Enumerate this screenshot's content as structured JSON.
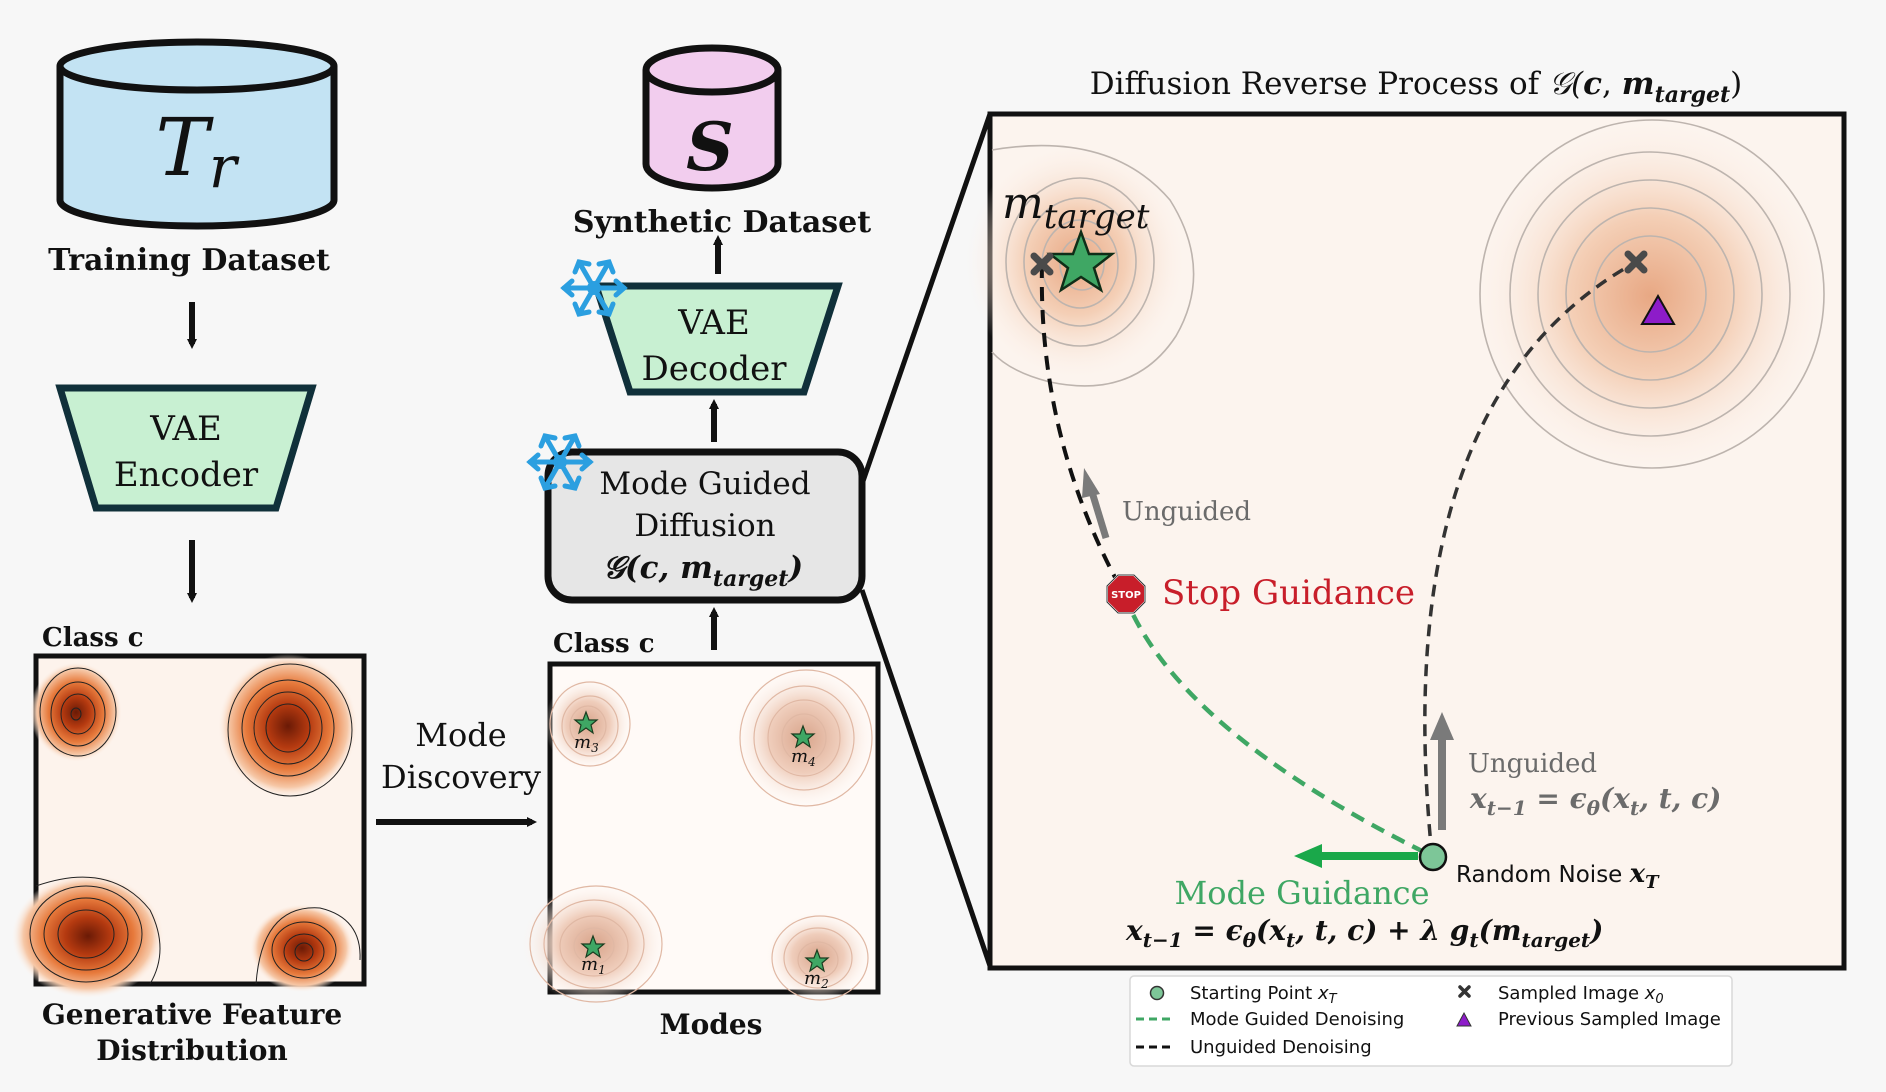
{
  "colors": {
    "background": "#f7f7f7",
    "training_db": "#c3e3f3",
    "synthetic_db": "#f2cdee",
    "vae_fill": "#c8f0d2",
    "vae_stroke": "#10303a",
    "diffusion_fill": "#e6e6e6",
    "contour_dark": "#b83a0c",
    "contour_light": "#e59a6a",
    "mode_green": "#3fa764",
    "guidance_green": "#1aa84a",
    "stop_red": "#c81e2a",
    "arrow_grey": "#7a7a7a",
    "triangle_purple": "#8d1cc9",
    "snowflake_blue": "#2b9fe0"
  },
  "training": {
    "symbol": "T",
    "subscript": "r",
    "label": "Training Dataset"
  },
  "encoder": {
    "line1": "VAE",
    "line2": "Encoder"
  },
  "feature_dist": {
    "class_label": "Class c",
    "caption_line1": "Generative Feature",
    "caption_line2": "Distribution"
  },
  "mode_discovery": {
    "line1": "Mode",
    "line2": "Discovery"
  },
  "modes_panel": {
    "class_label": "Class c",
    "caption": "Modes",
    "m1": "m",
    "m1_sub": "1",
    "m2": "m",
    "m2_sub": "2",
    "m3": "m",
    "m3_sub": "3",
    "m4": "m",
    "m4_sub": "4"
  },
  "diffusion_box": {
    "line1": "Mode Guided",
    "line2": "Diffusion",
    "formula_g": "𝒢(",
    "formula_c": "c",
    "formula_comma": ", ",
    "formula_m": "m",
    "formula_sub": "target",
    "formula_close": ")"
  },
  "decoder": {
    "line1": "VAE",
    "line2": "Decoder"
  },
  "synthetic": {
    "symbol": "S",
    "label": "Synthetic Dataset"
  },
  "big_panel": {
    "title_prefix": "Diffusion Reverse Process of ",
    "title_g": "𝒢(",
    "title_c": "c",
    "title_comma": ", ",
    "title_m": "m",
    "title_sub": "target",
    "title_close": ")",
    "m_target_m": "m",
    "m_target_sub": "target",
    "unguided_top": "Unguided",
    "stop_sign_text": "STOP",
    "stop_guidance": "Stop Guidance",
    "unguided_right": "Unguided",
    "formula_unguided": {
      "x": "x",
      "x_sub": "t−1",
      "eq": " = ",
      "eps": "ϵ",
      "eps_sub": "θ",
      "args": "(x",
      "args_sub": "t",
      "args_rest": ", t, c)"
    },
    "random_noise_label": "Random Noise ",
    "random_noise_x": "x",
    "random_noise_sub": "T",
    "mode_guidance": "Mode Guidance",
    "formula_guided": {
      "x": "x",
      "x_sub": "t−1",
      "eq": " = ",
      "eps": "ϵ",
      "eps_sub": "θ",
      "args": "(x",
      "args_sub": "t",
      "args_rest": ", t, c) + λ g",
      "g_sub": "t",
      "m_open": "(m",
      "m_sub": "target",
      "m_close": ")"
    }
  },
  "legend": {
    "starting_point": "Starting Point ",
    "starting_point_x": "x",
    "starting_point_sub": "T",
    "mode_guided": "Mode Guided Denoising",
    "unguided": "Unguided Denoising",
    "sampled": "Sampled Image ",
    "sampled_x": "x",
    "sampled_sub": "0",
    "previous": "Previous Sampled Image"
  }
}
